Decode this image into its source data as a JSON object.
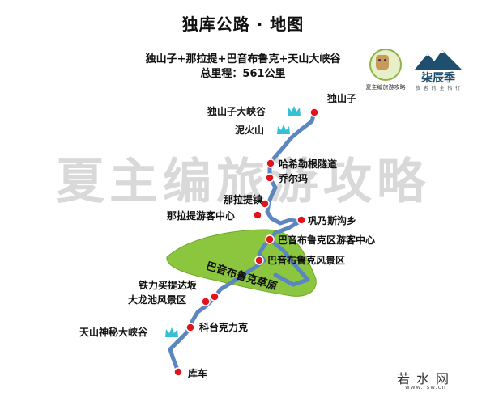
{
  "title": "独库公路 · 地图",
  "subtitle": "独山子+那拉提+巴音布鲁克+天山大峡谷",
  "distance": "总里程：561公里",
  "logo_left_caption": "夏主编旅游攻略",
  "logo_right_name": "柒辰季",
  "logo_right_tag": "旅 者 的 全 指 行",
  "watermark": "夏主编旅游攻略",
  "grassland_label": "巴音布鲁克草原",
  "stops": {
    "dushanzi": "独山子",
    "dushanzi_canyon": "独山子大峡谷",
    "nihuoshan": "泥火山",
    "haxilegen": "哈希勒根隧道",
    "qiaoerma": "乔尔玛",
    "nalati_town": "那拉提镇",
    "nalati_center": "那拉提游客中心",
    "gongnaisi": "巩乃斯沟乡",
    "bayinbuluke_center": "巴音布鲁克区游客中心",
    "bayinbuluke_scenic": "巴音布鲁克风景区",
    "tielimaiti": "铁力买提达坂",
    "dalongchi": "大龙池风景区",
    "tianshan_canyon": "天山神秘大峡谷",
    "ketaikelike": "科台克力克",
    "kuche": "库车"
  },
  "brand_site": "若水网",
  "brand_domain": "www.rsw.cn",
  "colors": {
    "route": "#5b86bf",
    "stop": "#e0151c",
    "grassland": "#8cc63f",
    "crown": "#35c0d6"
  }
}
